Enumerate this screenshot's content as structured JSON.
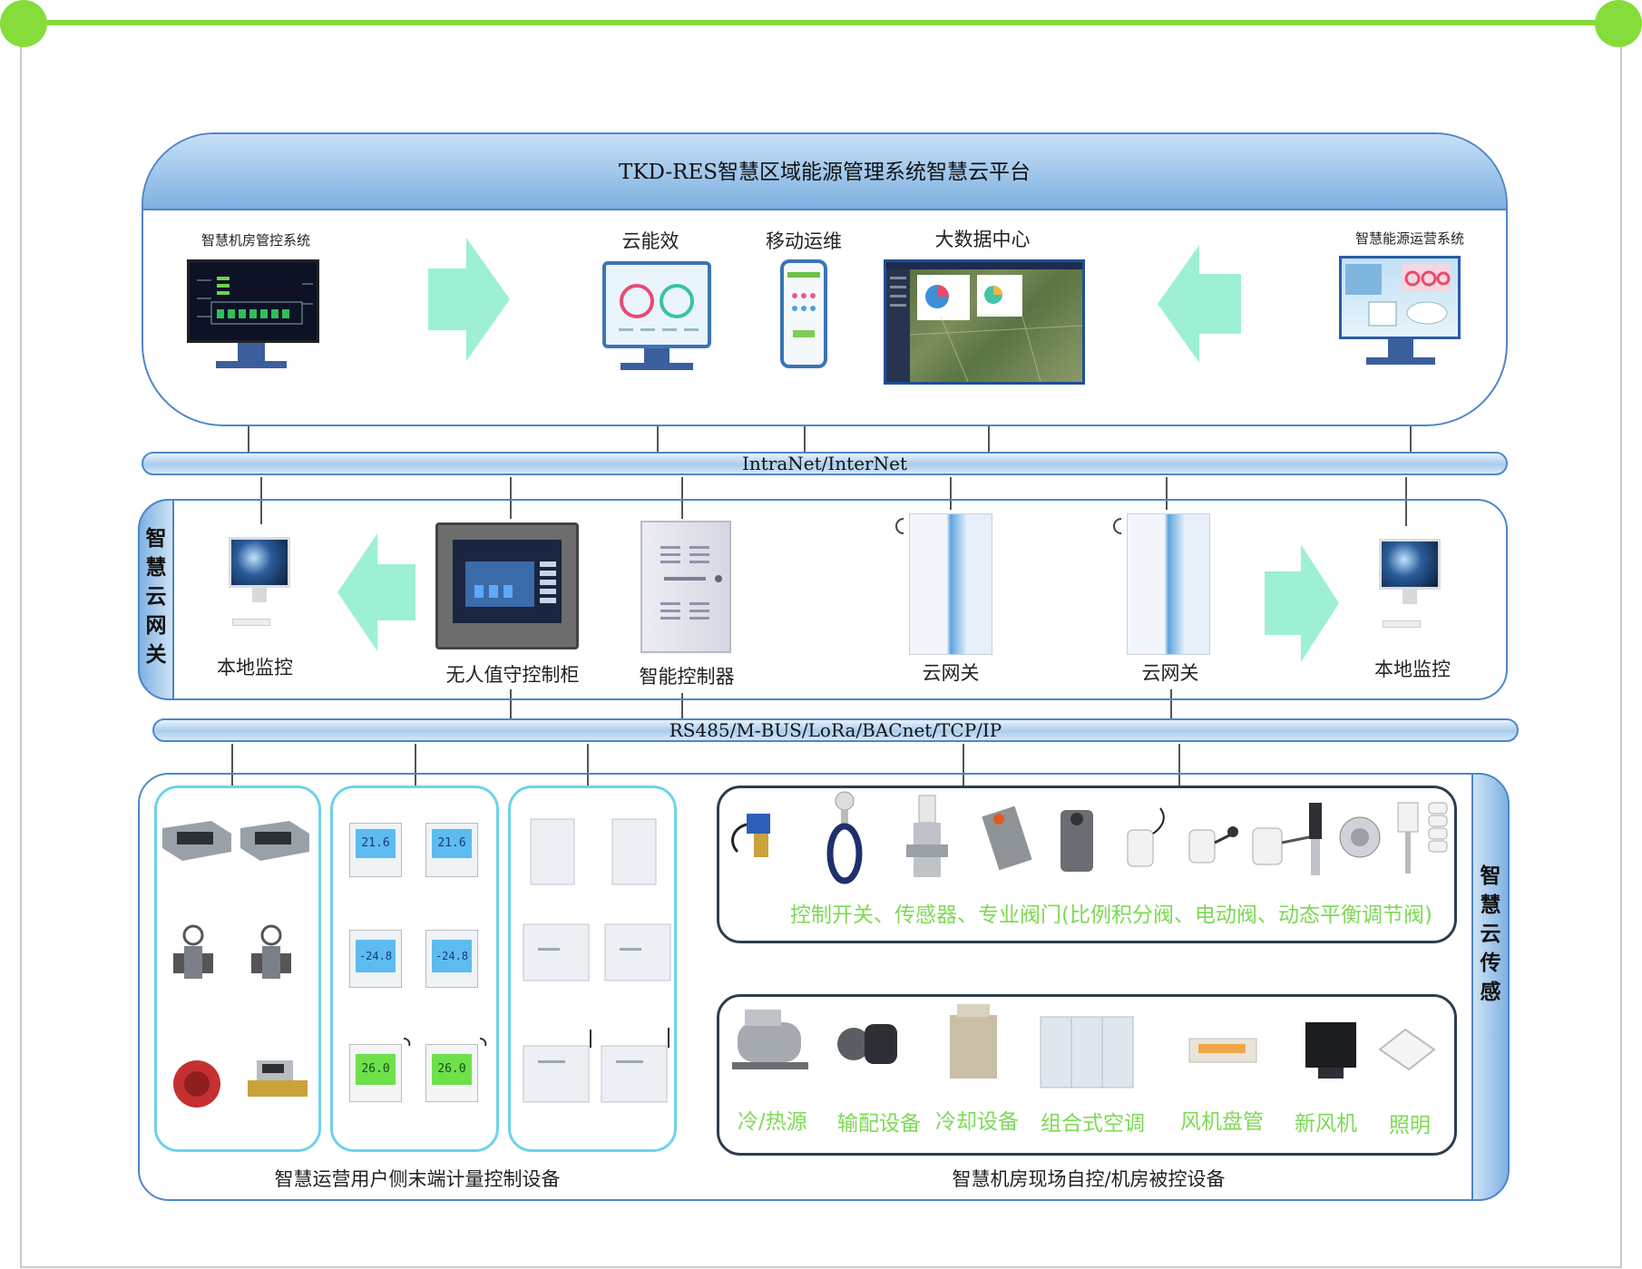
{
  "platform": {
    "title": "TKD-RES智慧区域能源管理系统智慧云平台",
    "systems": [
      {
        "name": "智慧机房管控系统",
        "icon": "monitor-icon"
      },
      {
        "name": "云能效",
        "icon": "monitor-icon"
      },
      {
        "name": "移动运维",
        "icon": "phone-icon"
      },
      {
        "name": "大数据中心",
        "icon": "map-screen-icon"
      },
      {
        "name": "智慧能源运营系统",
        "icon": "monitor-icon"
      }
    ]
  },
  "networks": {
    "upper": "IntraNet/InterNet",
    "lower": "RS485/M-BUS/LoRa/BACnet/TCP/IP"
  },
  "gateway_layer": {
    "side_label": "智慧云网关",
    "devices": [
      {
        "name": "本地监控",
        "icon": "imac-icon"
      },
      {
        "name": "无人值守控制柜",
        "icon": "control-cabinet-icon"
      },
      {
        "name": "智能控制器",
        "icon": "controller-box-icon"
      },
      {
        "name": "云网关",
        "icon": "gateway-icon"
      },
      {
        "name": "云网关",
        "icon": "gateway-icon"
      },
      {
        "name": "本地监控",
        "icon": "imac-icon"
      }
    ]
  },
  "sensor_layer": {
    "side_label": "智慧云传感",
    "terminal_group_label": "智慧运营用户侧末端计量控制设备",
    "plant_group_label": "智慧机房现场自控/机房被控设备",
    "valve_label": "控制开关、传感器、专业阀门(比例积分阀、电动阀、动态平衡调节阀)",
    "plant_devices": [
      "冷/热源",
      "输配设备",
      "冷却设备",
      "组合式空调",
      "风机盘管",
      "新风机",
      "照明"
    ],
    "thermostat_readings": [
      "21.6",
      "21.6",
      "-24.8",
      "-24.8",
      "26.0",
      "26.0"
    ]
  },
  "colors": {
    "accent_green": "#86dc3a",
    "pipe_blue": "#4f86c9",
    "arrow_mint": "#9df0d4",
    "panel_cyan": "#6cd3ea",
    "label_green": "#7ed955"
  }
}
